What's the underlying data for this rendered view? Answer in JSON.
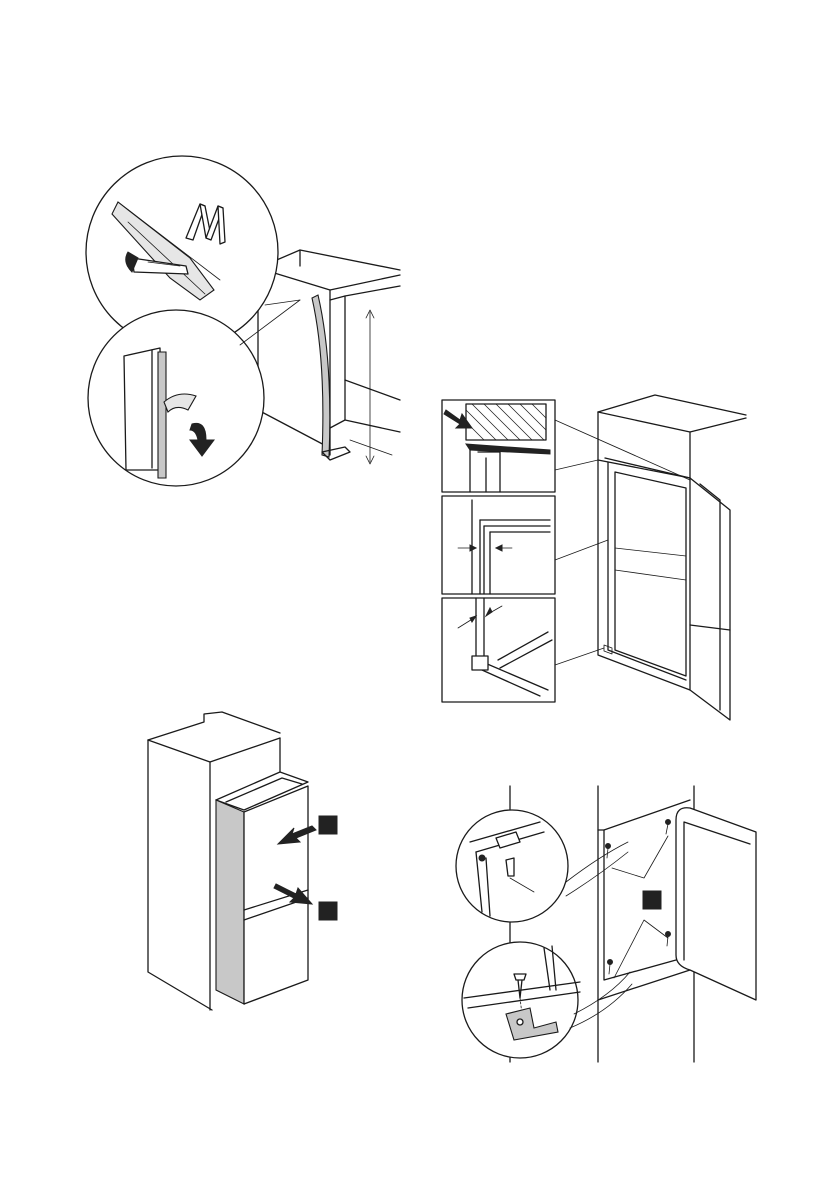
{
  "figures": [
    {
      "id": "fig1",
      "description_name": "seal-strip-cutting-and-fitting"
    },
    {
      "id": "fig2",
      "description_name": "door-alignment-details"
    },
    {
      "id": "fig3",
      "description_name": "pushing-appliance-into-niche"
    },
    {
      "id": "fig4",
      "description_name": "fixing-screws-top-and-bottom"
    }
  ],
  "colors": {
    "line": "#1a1a1a",
    "seal_strip": "#c8c8c8",
    "marker": "#222222",
    "background": "#ffffff"
  },
  "icons": [
    "folding-rule-icon",
    "cutter-knife-icon",
    "arrow-icon",
    "screw-icon",
    "bracket-icon",
    "callout-marker-icon"
  ]
}
